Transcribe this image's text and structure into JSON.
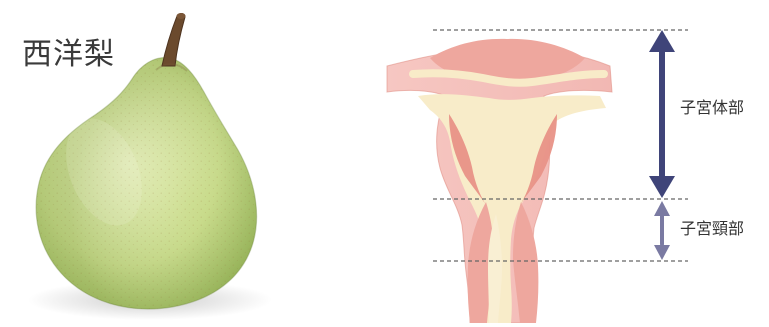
{
  "figure": {
    "left_panel": {
      "label": "西洋梨",
      "image_subject": "pear-photo"
    },
    "right_panel": {
      "image_subject": "uterus-cross-section",
      "regions": [
        {
          "label": "子宮体部",
          "arrow_color": "#3f4479"
        },
        {
          "label": "子宮頸部",
          "arrow_color": "#7a7aa2"
        }
      ]
    }
  },
  "palette": {
    "pear_skin": "#c6d98a",
    "pear_stem": "#6b4a2d",
    "uterus_outer": "#f2b8b3",
    "uterus_inner": "#f8ecc9",
    "uterus_muscle": "#e89287",
    "dashed_line": "#666666"
  }
}
